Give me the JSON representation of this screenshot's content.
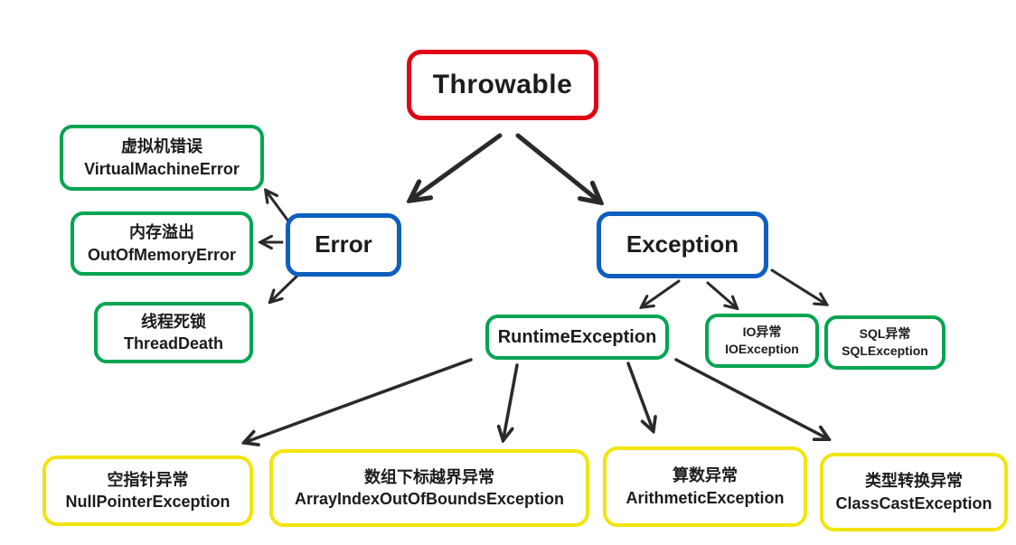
{
  "diagram": {
    "description": "Java Throwable class hierarchy diagram",
    "colors": {
      "root_border": "#e00613",
      "branch_border": "#0e5fbe",
      "leaf_green_border": "#00a551",
      "leaf_yellow_border": "#f2e50e",
      "arrow": "#2a2a2a",
      "background": "#ffffff",
      "text": "#1c1c1c"
    },
    "nodes": {
      "throwable": {
        "label": "Throwable"
      },
      "error": {
        "label": "Error"
      },
      "exception": {
        "label": "Exception"
      },
      "virtual_machine_error": {
        "zh": "虚拟机错误",
        "en": "VirtualMachineError"
      },
      "out_of_memory_error": {
        "zh": "内存溢出",
        "en": "OutOfMemoryError"
      },
      "thread_death": {
        "zh": "线程死锁",
        "en": "ThreadDeath"
      },
      "runtime_exception": {
        "en": "RuntimeException"
      },
      "io_exception": {
        "zh": "IO异常",
        "en": "IOException"
      },
      "sql_exception": {
        "zh": "SQL异常",
        "en": "SQLException"
      },
      "null_pointer_exception": {
        "zh": "空指针异常",
        "en": "NullPointerException"
      },
      "array_index_out_of_bounds_exception": {
        "zh": "数组下标越界异常",
        "en": "ArrayIndexOutOfBoundsException"
      },
      "arithmetic_exception": {
        "zh": "算数异常",
        "en": "ArithmeticException"
      },
      "class_cast_exception": {
        "zh": "类型转换异常",
        "en": "ClassCastException"
      }
    },
    "edges": [
      {
        "from": "throwable",
        "to": "error"
      },
      {
        "from": "throwable",
        "to": "exception"
      },
      {
        "from": "error",
        "to": "virtual_machine_error"
      },
      {
        "from": "error",
        "to": "out_of_memory_error"
      },
      {
        "from": "error",
        "to": "thread_death"
      },
      {
        "from": "exception",
        "to": "runtime_exception"
      },
      {
        "from": "exception",
        "to": "io_exception"
      },
      {
        "from": "exception",
        "to": "sql_exception"
      },
      {
        "from": "runtime_exception",
        "to": "null_pointer_exception"
      },
      {
        "from": "runtime_exception",
        "to": "array_index_out_of_bounds_exception"
      },
      {
        "from": "runtime_exception",
        "to": "arithmetic_exception"
      },
      {
        "from": "runtime_exception",
        "to": "class_cast_exception"
      }
    ]
  }
}
